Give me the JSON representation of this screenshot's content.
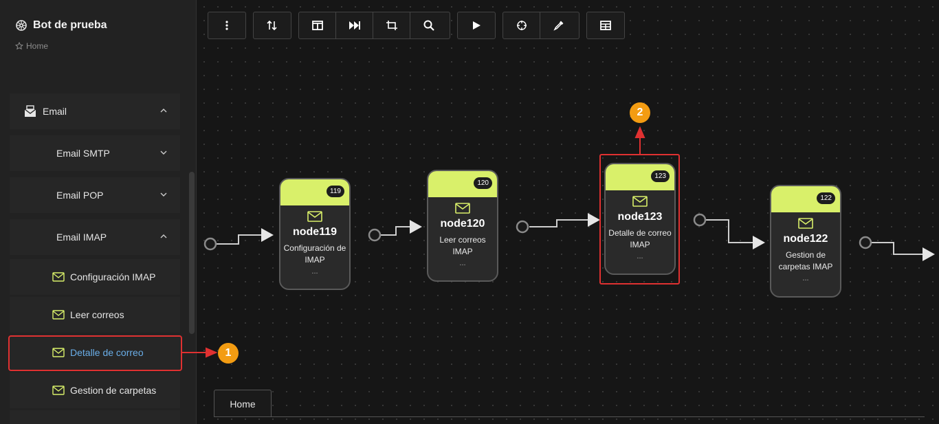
{
  "sidebar": {
    "title": "Bot de prueba",
    "subtitle": "Home",
    "items": [
      {
        "label": "Email"
      },
      {
        "label": "Email SMTP"
      },
      {
        "label": "Email POP"
      },
      {
        "label": "Email IMAP"
      },
      {
        "label": "Configuración IMAP"
      },
      {
        "label": "Leer correos"
      },
      {
        "label": "Detalle de correo"
      },
      {
        "label": "Gestion de carpetas"
      }
    ]
  },
  "nodes": [
    {
      "badge": "119",
      "title": "node119",
      "desc": "Configuración de IMAP",
      "more": "..."
    },
    {
      "badge": "120",
      "title": "node120",
      "desc": "Leer correos IMAP",
      "more": "..."
    },
    {
      "badge": "123",
      "title": "node123",
      "desc": "Detalle de correo IMAP",
      "more": "..."
    },
    {
      "badge": "122",
      "title": "node122",
      "desc": "Gestion de carpetas IMAP",
      "more": "..."
    }
  ],
  "callouts": {
    "one": "1",
    "two": "2"
  },
  "tabs": {
    "home": "Home"
  },
  "colors": {
    "node_header": "#d9f06a",
    "highlight": "#e03131",
    "callout": "#f39c12",
    "active_link": "#6aaee8"
  }
}
